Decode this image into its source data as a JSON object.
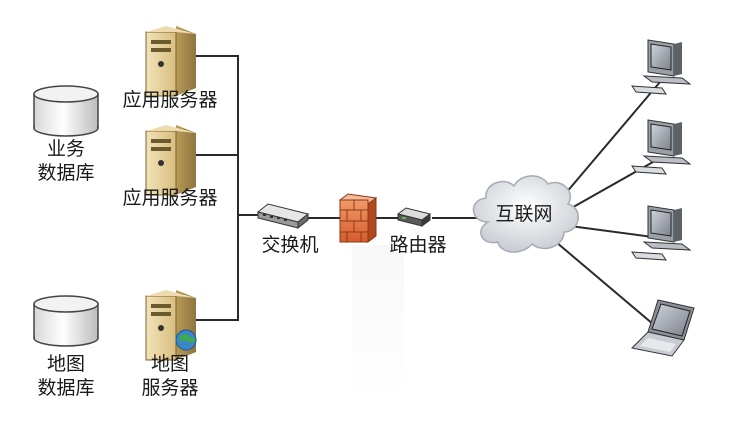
{
  "databases": {
    "business": {
      "line1": "业务",
      "line2": "数据库"
    },
    "map": {
      "line1": "地图",
      "line2": "数据库"
    }
  },
  "servers": {
    "app1": "应用服务器",
    "app2": "应用服务器",
    "map": {
      "line1": "地图",
      "line2": "服务器"
    }
  },
  "network": {
    "switch": "交换机",
    "router": "路由器",
    "internet": "互联网"
  }
}
